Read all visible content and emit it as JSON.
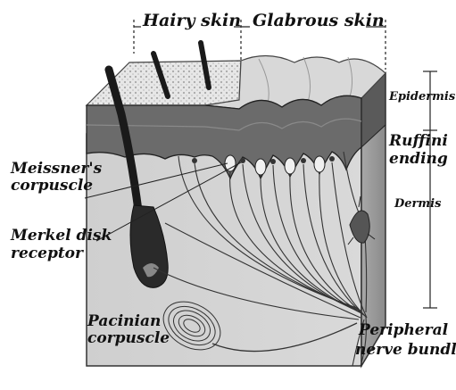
{
  "diagram": {
    "labels": {
      "hairy_skin": "Hairy skin",
      "glabrous_skin": "Glabrous skin",
      "epidermis": "Epidermis",
      "ruffini_line1": "Ruffini",
      "ruffini_line2": "ending",
      "dermis": "Dermis",
      "meissner_line1": "Meissner's",
      "meissner_line2": "corpuscle",
      "merkel_line1": "Merkel disk",
      "merkel_line2": "receptor",
      "pacinian_line1": "Pacinian",
      "pacinian_line2": "corpuscle",
      "peripheral_line1": "Peripheral",
      "peripheral_line2": "nerve bundle"
    }
  }
}
